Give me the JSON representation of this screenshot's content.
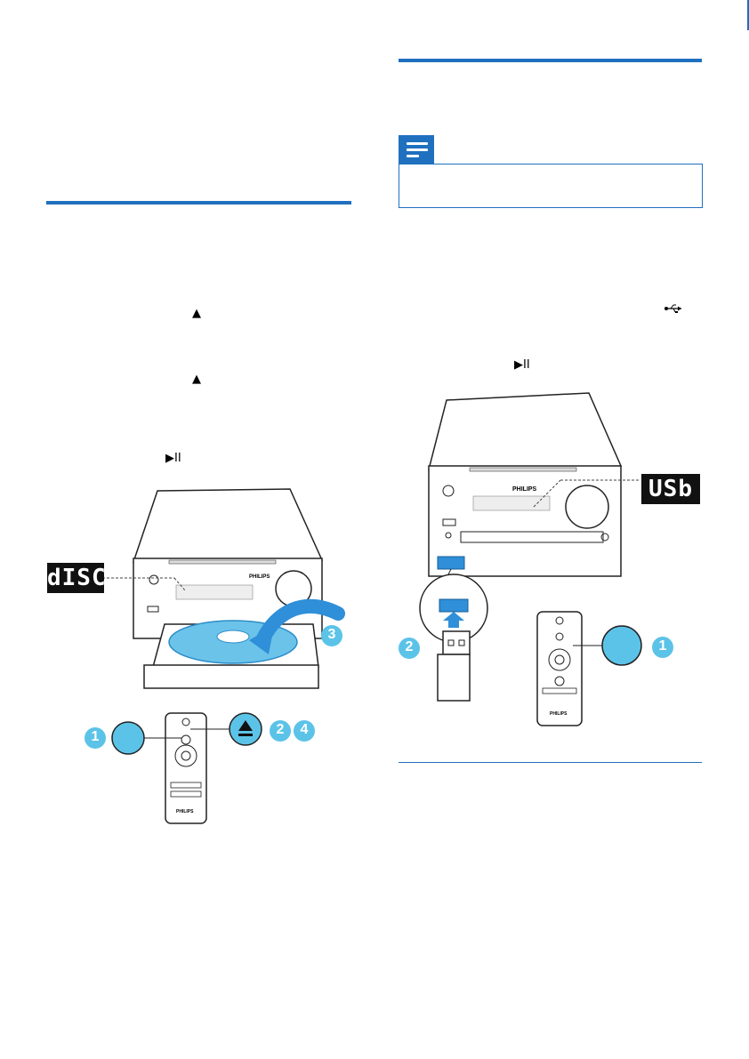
{
  "symbols": {
    "eject": "▲",
    "play_pause": "▶II",
    "usb": "⭠"
  },
  "left_illustration": {
    "display_text": "dISC",
    "brand": "PHILIPS",
    "remote_brand": "PHILIPS",
    "callouts": [
      "1",
      "2",
      "4",
      "3"
    ]
  },
  "right_illustration": {
    "display_text": "USb",
    "brand": "PHILIPS",
    "remote_brand": "PHILIPS",
    "callouts": [
      "2",
      "1"
    ]
  },
  "colors": {
    "accent_blue": "#1f70bf",
    "callout_blue": "#5cc3e8",
    "disc_blue": "#6cc3ea",
    "usb_blue": "#2f8fd8"
  }
}
